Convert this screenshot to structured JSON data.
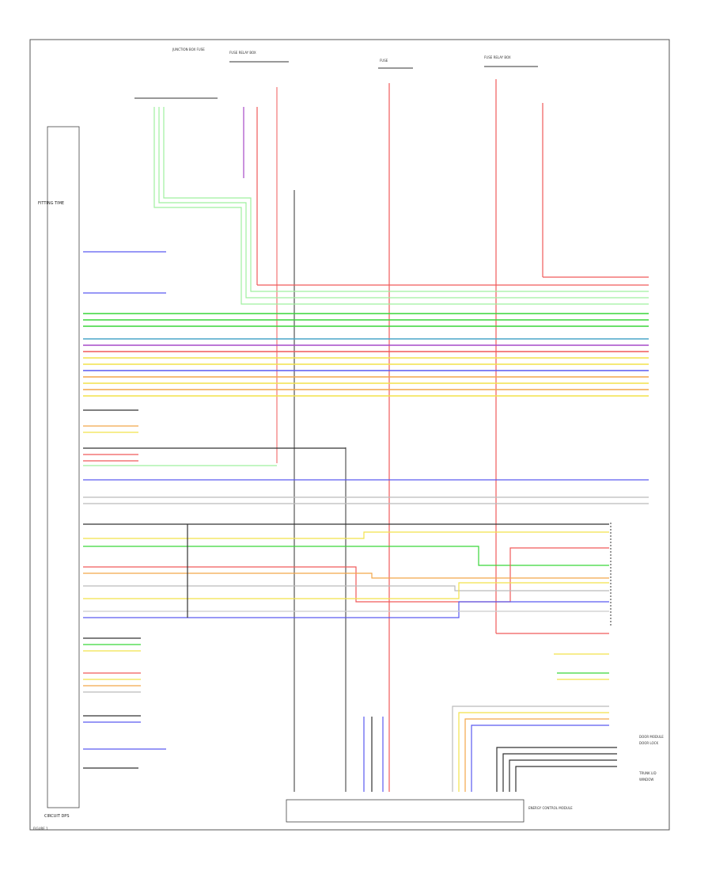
{
  "diagram": {
    "main_module_label": "FITTING TIME",
    "bottom_left_label": "CIRCUIT DPS",
    "page_ref": "FIGURE 1",
    "bottom_box_label": "ENERGY CONTROL MODULE",
    "top_connectors": [
      {
        "id": "c1",
        "label": "JUNCTION BOX FUSE"
      },
      {
        "id": "c2",
        "label": "FUSE RELAY BOX"
      },
      {
        "id": "c3",
        "label": "FUSE"
      },
      {
        "id": "c4",
        "label": "FUSE RELAY BOX"
      }
    ],
    "right_labels": [
      "DOOR MODULE",
      "DOOR LOCK",
      "TRUNK LID",
      "WINDOW"
    ],
    "wire_colors": {
      "red": "#f05a5a",
      "green": "#39d639",
      "lightgreen": "#9ff09f",
      "yellow": "#f2e24a",
      "blue": "#5a5af0",
      "purple": "#a64ac9",
      "black": "#333333",
      "gray": "#bbbbbb",
      "teal": "#4aa6c9",
      "orange": "#f2a64a"
    }
  }
}
